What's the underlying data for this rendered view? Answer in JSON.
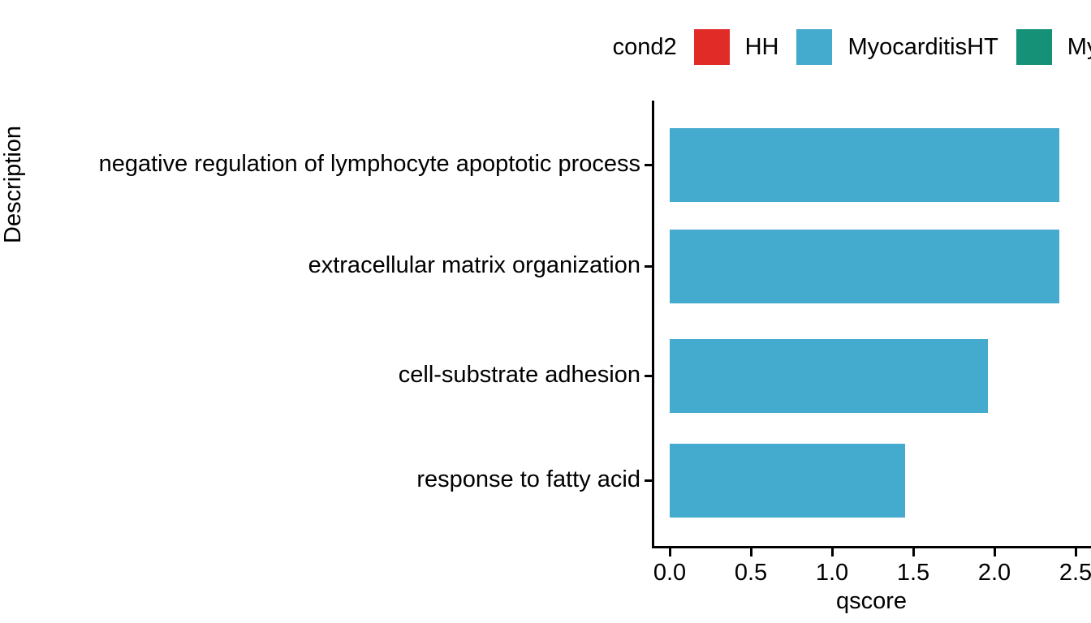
{
  "chart_data": {
    "type": "bar",
    "orientation": "horizontal",
    "title": "",
    "xlabel": "qscore",
    "ylabel": "Description",
    "categories": [
      "negative regulation of lymphocyte apoptotic process",
      "extracellular matrix organization",
      "cell-substrate adhesion",
      "response to fatty acid"
    ],
    "values": [
      2.4,
      2.4,
      1.96,
      1.45
    ],
    "series": [
      {
        "name": "MyocarditisHT",
        "color": "#45ABCE",
        "values": [
          2.4,
          2.4,
          1.96,
          1.45
        ]
      }
    ],
    "xlim": [
      0.0,
      2.6
    ],
    "xticks": [
      "0.0",
      "0.5",
      "1.0",
      "1.5",
      "2.0",
      "2.5"
    ],
    "xtick_values": [
      0.0,
      0.5,
      1.0,
      1.5,
      2.0,
      2.5
    ],
    "grid": false,
    "legend_position": "top-right"
  },
  "legend": {
    "title": "cond2",
    "items": [
      {
        "label": "HH",
        "color": "#E02B27"
      },
      {
        "label": "MyocarditisHT",
        "color": "#45ABCE"
      },
      {
        "label": "Myocard",
        "color": "#149177"
      }
    ]
  },
  "axes": {
    "x_title": "qscore",
    "y_title": "Description"
  }
}
